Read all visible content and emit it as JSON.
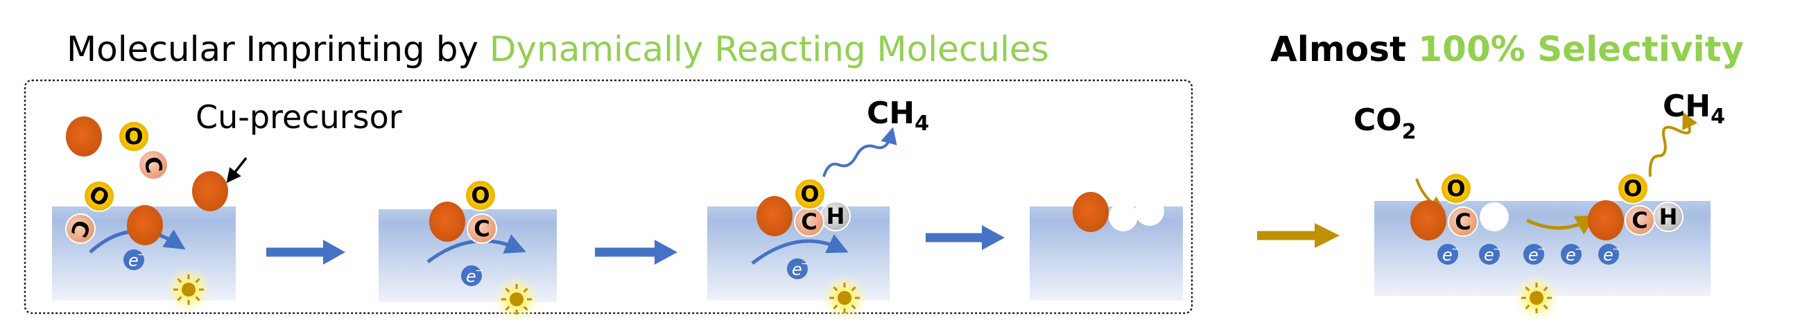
{
  "titles": {
    "left_black": "Molecular Imprinting by ",
    "left_green": "Dynamically Reacting Molecules",
    "right_black": "Almost ",
    "right_green": "100% Selectivity"
  },
  "labels": {
    "cu_precursor": "Cu-precursor",
    "ch4_main": "CH",
    "ch4_sub": "4",
    "co2_main": "CO",
    "co2_sub": "2"
  },
  "atoms": {
    "O": "O",
    "C": "C",
    "H": "H"
  },
  "electron": {
    "symbol": "e",
    "charge": "−"
  },
  "colors": {
    "green": "#92d050",
    "blue": "#4472c4",
    "gold": "#bf9000",
    "copper": "#e2651a",
    "oxygen": "#f5c000",
    "carbon": "#f2b394",
    "hydrogen": "#d0d0d0"
  }
}
